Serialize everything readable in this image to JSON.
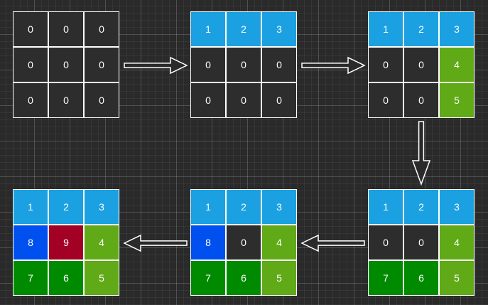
{
  "colors": {
    "empty": "#2d2d2d",
    "blue": "#1ba1e2",
    "lime": "#60a917",
    "green": "#008a00",
    "dark_blue": "#0050ef",
    "crimson": "#a20025",
    "border": "#ffffff",
    "text": "#ffffff"
  },
  "matrices": [
    {
      "name": "matrix-step-1",
      "values": [
        [
          0,
          0,
          0
        ],
        [
          0,
          0,
          0
        ],
        [
          0,
          0,
          0
        ]
      ],
      "fills": [
        [
          "empty",
          "empty",
          "empty"
        ],
        [
          "empty",
          "empty",
          "empty"
        ],
        [
          "empty",
          "empty",
          "empty"
        ]
      ]
    },
    {
      "name": "matrix-step-2",
      "values": [
        [
          1,
          2,
          3
        ],
        [
          0,
          0,
          0
        ],
        [
          0,
          0,
          0
        ]
      ],
      "fills": [
        [
          "blue",
          "blue",
          "blue"
        ],
        [
          "empty",
          "empty",
          "empty"
        ],
        [
          "empty",
          "empty",
          "empty"
        ]
      ]
    },
    {
      "name": "matrix-step-3",
      "values": [
        [
          1,
          2,
          3
        ],
        [
          0,
          0,
          4
        ],
        [
          0,
          0,
          5
        ]
      ],
      "fills": [
        [
          "blue",
          "blue",
          "blue"
        ],
        [
          "empty",
          "empty",
          "lime"
        ],
        [
          "empty",
          "empty",
          "lime"
        ]
      ]
    },
    {
      "name": "matrix-step-4",
      "values": [
        [
          1,
          2,
          3
        ],
        [
          0,
          0,
          4
        ],
        [
          7,
          6,
          5
        ]
      ],
      "fills": [
        [
          "blue",
          "blue",
          "blue"
        ],
        [
          "empty",
          "empty",
          "lime"
        ],
        [
          "green",
          "green",
          "lime"
        ]
      ]
    },
    {
      "name": "matrix-step-5",
      "values": [
        [
          1,
          2,
          3
        ],
        [
          8,
          0,
          4
        ],
        [
          7,
          6,
          5
        ]
      ],
      "fills": [
        [
          "blue",
          "blue",
          "blue"
        ],
        [
          "dark_blue",
          "empty",
          "lime"
        ],
        [
          "green",
          "green",
          "lime"
        ]
      ]
    },
    {
      "name": "matrix-step-6",
      "values": [
        [
          1,
          2,
          3
        ],
        [
          8,
          9,
          4
        ],
        [
          7,
          6,
          5
        ]
      ],
      "fills": [
        [
          "blue",
          "blue",
          "blue"
        ],
        [
          "dark_blue",
          "crimson",
          "lime"
        ],
        [
          "green",
          "green",
          "lime"
        ]
      ]
    }
  ],
  "arrows": [
    {
      "name": "arrow-step-1-to-2",
      "direction": "right"
    },
    {
      "name": "arrow-step-2-to-3",
      "direction": "right"
    },
    {
      "name": "arrow-step-3-to-4",
      "direction": "down"
    },
    {
      "name": "arrow-step-4-to-5",
      "direction": "left"
    },
    {
      "name": "arrow-step-5-to-6",
      "direction": "left"
    }
  ]
}
